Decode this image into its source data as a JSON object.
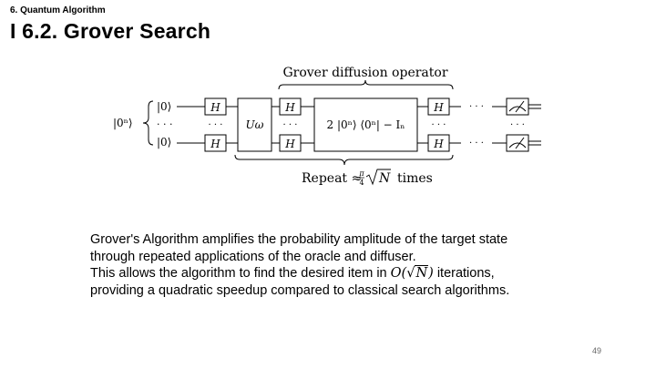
{
  "header": {
    "section_label": "6. Quantum Algorithm",
    "title": "I 6.2. Grover Search"
  },
  "circuit": {
    "top_label": "Grover diffusion operator",
    "register_label": "|0ⁿ⟩",
    "qubit_top": "|0⟩",
    "qubit_bottom": "|0⟩",
    "dots": "· · ·",
    "hadamard": "H",
    "oracle": "Uω",
    "diffuser": "2 |0ⁿ⟩ ⟨0ⁿ| − Iₙ",
    "repeat_prefix": "Repeat ≈",
    "frac_num": "π",
    "frac_den": "4",
    "repeat_sqrt": "N",
    "repeat_suffix": "times"
  },
  "body": {
    "line1": "Grover's Algorithm amplifies the probability amplitude of the target state",
    "line2": "through repeated applications of the oracle and diffuser.",
    "line3_prefix": "This allows the algorithm to find the desired item in ",
    "line3_o": "O(",
    "line3_sqrt": "N",
    "line3_close": ")",
    "line3_suffix": " iterations,",
    "line4": "providing a quadratic speedup compared to classical search algorithms."
  },
  "footer": {
    "page_number": "49"
  }
}
